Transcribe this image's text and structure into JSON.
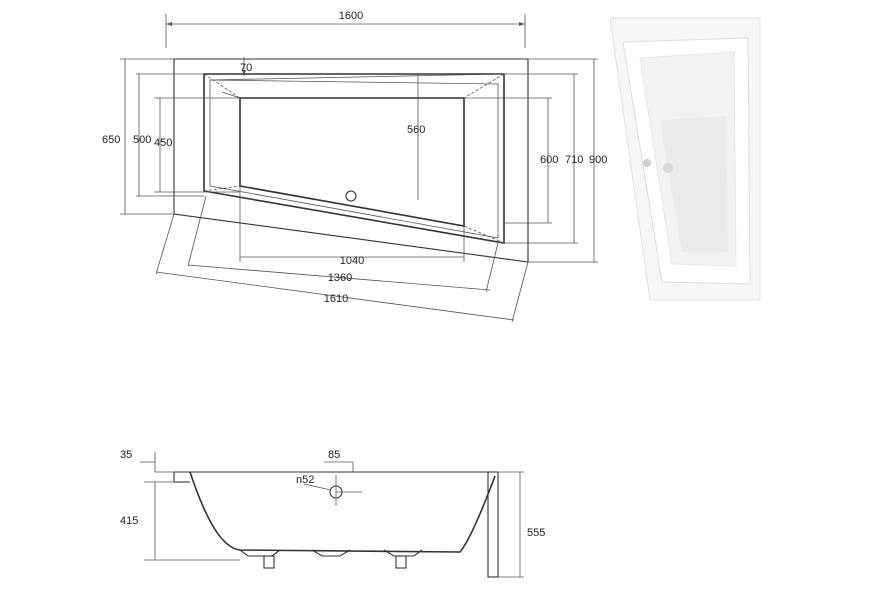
{
  "plan_view": {
    "width_top": "1600",
    "inner_offset": "70",
    "depth_total": "650",
    "depth_500": "500",
    "depth_450": "450",
    "depth_560": "560",
    "depth_600": "600",
    "depth_710": "710",
    "depth_900": "900",
    "length_1040": "1040",
    "length_1360": "1360",
    "length_1610": "1610"
  },
  "side_view": {
    "rim_35": "35",
    "rim_85": "85",
    "drain_label": "n52",
    "depth_415": "415",
    "height_555": "555"
  },
  "colors": {
    "line": "#333333",
    "photo_bg": "#ffffff",
    "tub_shade": "#e8e8e8"
  }
}
